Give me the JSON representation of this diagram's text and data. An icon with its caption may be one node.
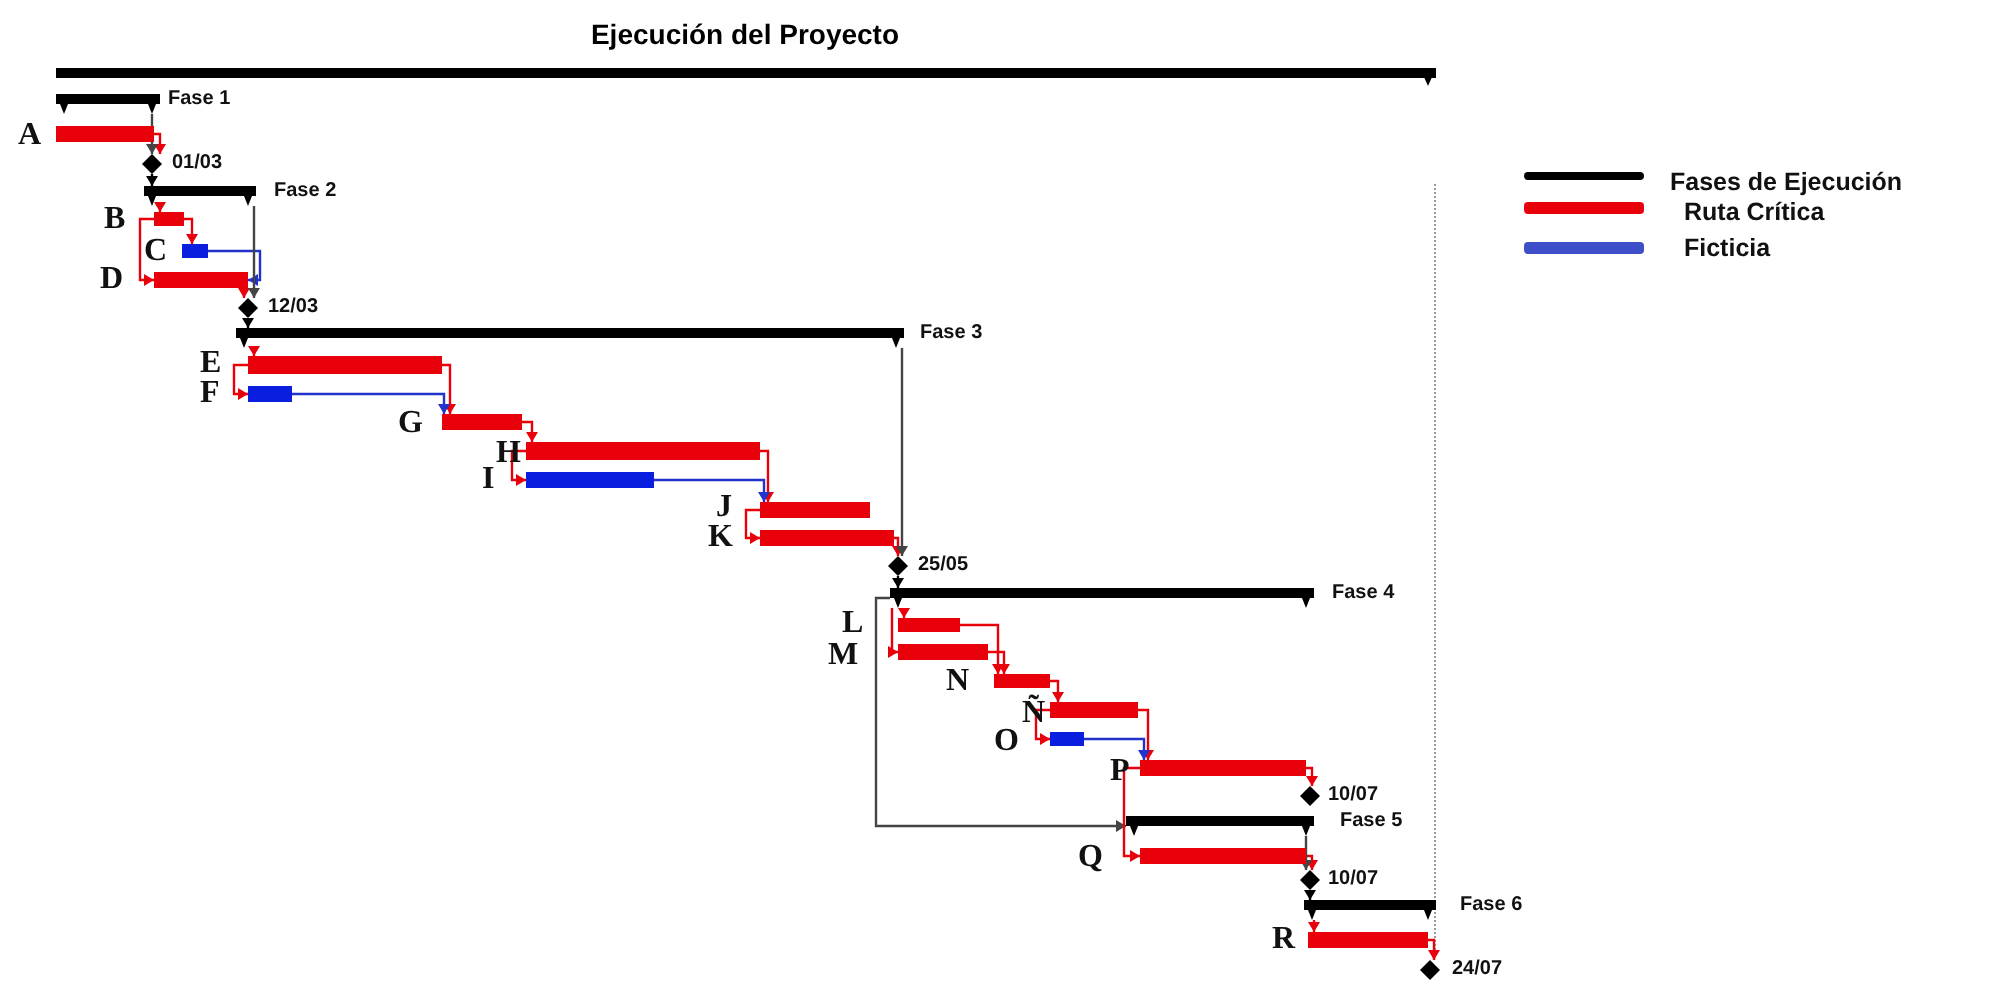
{
  "diagram": {
    "title": "Ejecución del Proyecto",
    "nodes": [
      {
        "text": [],
        "shape": "bar"
      },
      {
        "text": [],
        "shape": "bar",
        "beside": [
          "Fase 1"
        ]
      },
      {
        "text": [],
        "shape": "bar",
        "beside": [
          "A"
        ]
      },
      {
        "text": [],
        "shape": "diamond",
        "beside": [
          "01/03"
        ]
      },
      {
        "text": [],
        "shape": "bar",
        "beside": [
          "Fase 2"
        ]
      },
      {
        "text": [],
        "shape": "bar",
        "beside": [
          "B"
        ]
      },
      {
        "text": [],
        "shape": "bar",
        "beside": [
          "C"
        ]
      },
      {
        "text": [],
        "shape": "bar",
        "beside": [
          "D"
        ]
      },
      {
        "text": [],
        "shape": "diamond",
        "beside": [
          "12/03"
        ]
      },
      {
        "text": [],
        "shape": "bar",
        "beside": [
          "Fase 3"
        ]
      },
      {
        "text": [],
        "shape": "bar",
        "beside": [
          "E"
        ]
      },
      {
        "text": [],
        "shape": "bar",
        "beside": [
          "F"
        ]
      },
      {
        "text": [],
        "shape": "bar",
        "beside": [
          "G"
        ]
      },
      {
        "text": [],
        "shape": "bar",
        "beside": [
          "H"
        ]
      },
      {
        "text": [],
        "shape": "bar",
        "beside": [
          "I"
        ]
      },
      {
        "text": [],
        "shape": "bar",
        "beside": [
          "J"
        ]
      },
      {
        "text": [],
        "shape": "bar",
        "beside": [
          "K"
        ]
      },
      {
        "text": [],
        "shape": "diamond",
        "beside": [
          "25/05"
        ]
      },
      {
        "text": [],
        "shape": "bar",
        "beside": [
          "Fase 4"
        ]
      },
      {
        "text": [],
        "shape": "bar",
        "beside": [
          "L"
        ]
      },
      {
        "text": [],
        "shape": "bar",
        "beside": [
          "M"
        ]
      },
      {
        "text": [],
        "shape": "bar",
        "beside": [
          "N"
        ]
      },
      {
        "text": [],
        "shape": "bar",
        "beside": [
          "Ñ"
        ]
      },
      {
        "text": [],
        "shape": "bar",
        "beside": [
          "O"
        ]
      },
      {
        "text": [],
        "shape": "bar",
        "beside": [
          "P"
        ]
      },
      {
        "text": [],
        "shape": "diamond",
        "beside": [
          "10/07"
        ]
      },
      {
        "text": [],
        "shape": "bar",
        "beside": [
          "Fase 5"
        ]
      },
      {
        "text": [],
        "shape": "bar",
        "beside": [
          "Q"
        ]
      },
      {
        "text": [],
        "shape": "diamond",
        "beside": [
          "10/07"
        ]
      },
      {
        "text": [],
        "shape": "bar",
        "beside": [
          "Fase 6"
        ]
      },
      {
        "text": [],
        "shape": "bar",
        "beside": [
          "R"
        ]
      },
      {
        "text": [],
        "shape": "diamond",
        "beside": [
          "24/07"
        ]
      }
    ],
    "edges": [
      {
        "from": 2,
        "to": 3,
        "arrow": "to"
      },
      {
        "from": 1,
        "to": 3,
        "arrow": "to",
        "color": "#444444"
      },
      {
        "from": 3,
        "to": 4,
        "arrow": "to",
        "color": "#000000"
      },
      {
        "from": 4,
        "to": 5,
        "arrow": "to"
      },
      {
        "from": 5,
        "to": 6,
        "arrow": "to"
      },
      {
        "from": 5,
        "to": 7,
        "arrow": "to"
      },
      {
        "from": 6,
        "to": 7,
        "arrow": "to",
        "color": "#2233cc"
      },
      {
        "from": 7,
        "to": 8,
        "arrow": "to"
      },
      {
        "from": 4,
        "to": 8,
        "arrow": "to",
        "color": "#444444"
      },
      {
        "from": 8,
        "to": 9,
        "arrow": "to",
        "color": "#000000"
      },
      {
        "from": 9,
        "to": 10,
        "arrow": "to"
      },
      {
        "from": 10,
        "to": 11,
        "arrow": "to"
      },
      {
        "from": 10,
        "to": 12,
        "arrow": "to"
      },
      {
        "from": 11,
        "to": 12,
        "arrow": "to",
        "color": "#2233cc"
      },
      {
        "from": 12,
        "to": 13,
        "arrow": "to"
      },
      {
        "from": 13,
        "to": 14,
        "arrow": "to"
      },
      {
        "from": 13,
        "to": 15,
        "arrow": "to"
      },
      {
        "from": 14,
        "to": 15,
        "arrow": "to",
        "color": "#2233cc"
      },
      {
        "from": 15,
        "to": 16,
        "arrow": "to"
      },
      {
        "from": 16,
        "to": 17,
        "arrow": "to"
      },
      {
        "from": 9,
        "to": 17,
        "arrow": "to",
        "color": "#444444"
      },
      {
        "from": 17,
        "to": 18,
        "arrow": "to",
        "color": "#000000"
      },
      {
        "from": 18,
        "to": 19,
        "arrow": "to"
      },
      {
        "from": 18,
        "to": 20,
        "arrow": "to"
      },
      {
        "from": 19,
        "to": 21,
        "arrow": "to"
      },
      {
        "from": 20,
        "to": 21,
        "arrow": "to"
      },
      {
        "from": 21,
        "to": 22,
        "arrow": "to"
      },
      {
        "from": 22,
        "to": 23,
        "arrow": "to"
      },
      {
        "from": 22,
        "to": 24,
        "arrow": "to"
      },
      {
        "from": 23,
        "to": 24,
        "arrow": "to",
        "color": "#2233cc"
      },
      {
        "from": 24,
        "to": 25,
        "arrow": "to"
      },
      {
        "from": 18,
        "to": 26,
        "arrow": "to",
        "color": "#444444"
      },
      {
        "from": 24,
        "to": 27,
        "arrow": "to"
      },
      {
        "from": 27,
        "to": 28,
        "arrow": "to"
      },
      {
        "from": 26,
        "to": 28,
        "arrow": "to",
        "color": "#444444"
      },
      {
        "from": 28,
        "to": 29,
        "arrow": "to",
        "color": "#000000"
      },
      {
        "from": 29,
        "to": 30,
        "arrow": "to"
      },
      {
        "from": 30,
        "to": 31,
        "arrow": "to"
      }
    ],
    "legend": [
      {
        "text": "Fases de Ejecución",
        "color": "#000000"
      },
      {
        "text": "Ruta Crítica",
        "color": "#e8000b"
      },
      {
        "text": "Ficticia",
        "color": "#3f4fc9"
      }
    ]
  }
}
